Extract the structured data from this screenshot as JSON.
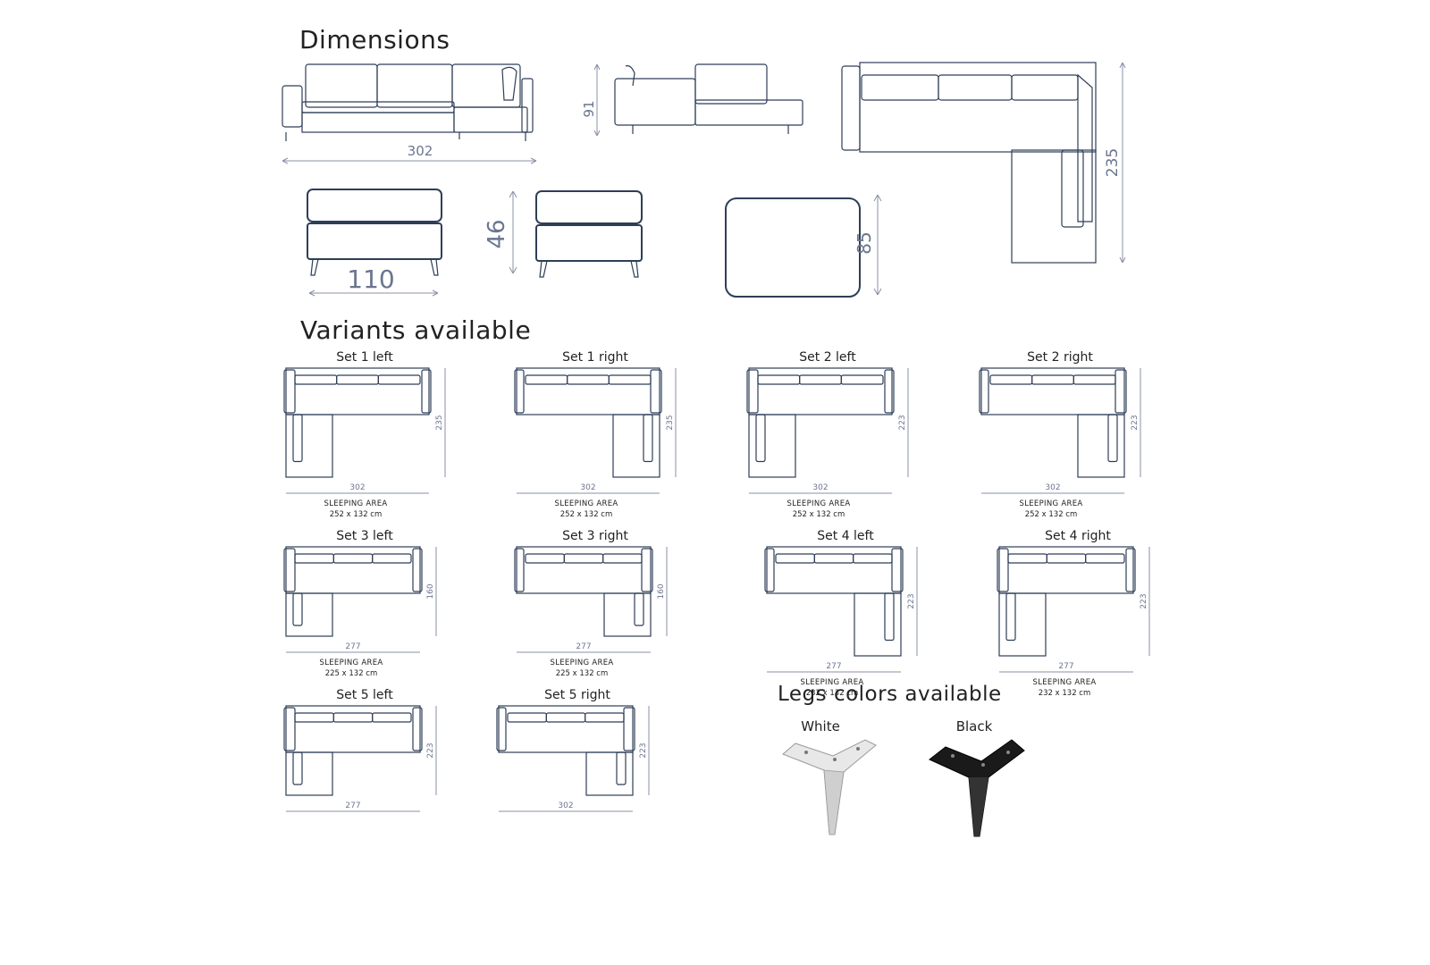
{
  "sections": {
    "dimensions": "Dimensions",
    "variants": "Variants available",
    "legs": "Legs colors available"
  },
  "dimensions": {
    "sofa_width": "302",
    "sofa_height": "91",
    "corner_depth": "235",
    "pouf_width": "110",
    "pouf_height": "46",
    "pouf_depth": "85"
  },
  "variants": [
    {
      "name": "Set 1 left",
      "width": "302",
      "depth": "235",
      "sleep_label": "SLEEPING AREA",
      "sleep_size": "252 x 132 cm"
    },
    {
      "name": "Set 1 right",
      "width": "302",
      "depth": "235",
      "sleep_label": "SLEEPING AREA",
      "sleep_size": "252 x 132 cm"
    },
    {
      "name": "Set 2 left",
      "width": "302",
      "depth": "223",
      "sleep_label": "SLEEPING AREA",
      "sleep_size": "252 x 132 cm"
    },
    {
      "name": "Set 2 right",
      "width": "302",
      "depth": "223",
      "sleep_label": "SLEEPING AREA",
      "sleep_size": "252 x 132 cm"
    },
    {
      "name": "Set 3 left",
      "width": "277",
      "depth": "160",
      "sleep_label": "SLEEPING AREA",
      "sleep_size": "225 x 132 cm"
    },
    {
      "name": "Set 3 right",
      "width": "277",
      "depth": "160",
      "sleep_label": "SLEEPING AREA",
      "sleep_size": "225 x 132 cm"
    },
    {
      "name": "Set 4 left",
      "width": "277",
      "depth": "223",
      "sleep_label": "SLEEPING AREA",
      "sleep_size": "232 x 132 cm"
    },
    {
      "name": "Set 4 right",
      "width": "277",
      "depth": "223",
      "sleep_label": "SLEEPING AREA",
      "sleep_size": "232 x 132 cm"
    },
    {
      "name": "Set 5 left",
      "width": "277",
      "depth": "223"
    },
    {
      "name": "Set 5 right",
      "width": "302",
      "depth": "223"
    }
  ],
  "legs": [
    {
      "name": "White",
      "color": "#e6e6e6"
    },
    {
      "name": "Black",
      "color": "#1a1a1a"
    }
  ]
}
